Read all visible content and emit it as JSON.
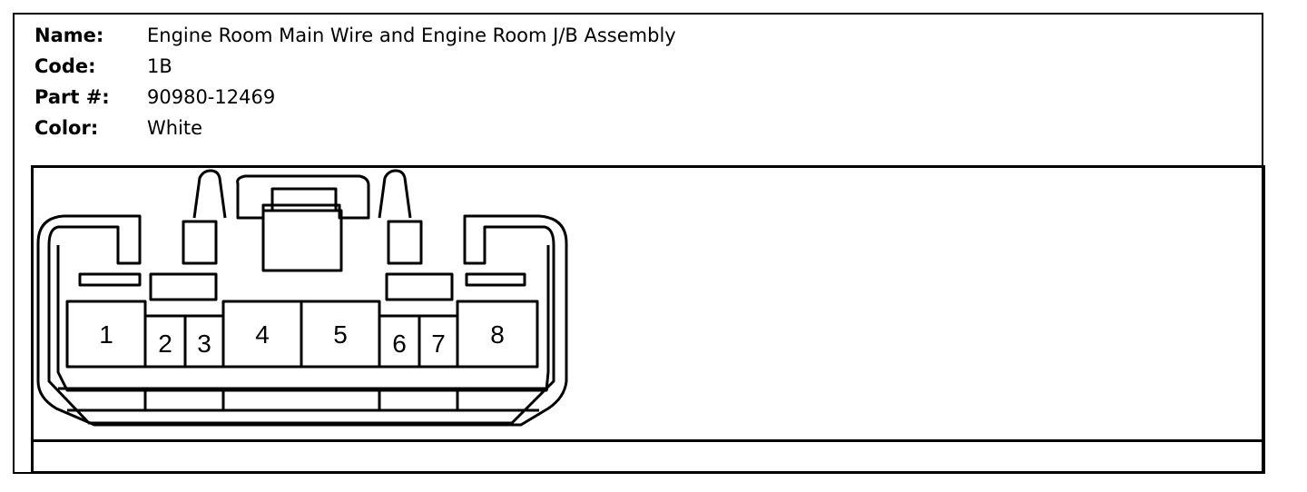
{
  "info": {
    "name_label": "Name:",
    "name_value": "Engine Room Main Wire and Engine Room J/B Assembly",
    "code_label": "Code:",
    "code_value": "1B",
    "part_label": "Part #:",
    "part_value": "90980-12469",
    "color_label": "Color:",
    "color_value": "White"
  },
  "connector": {
    "pins": [
      "1",
      "2",
      "3",
      "4",
      "5",
      "6",
      "7",
      "8"
    ]
  }
}
